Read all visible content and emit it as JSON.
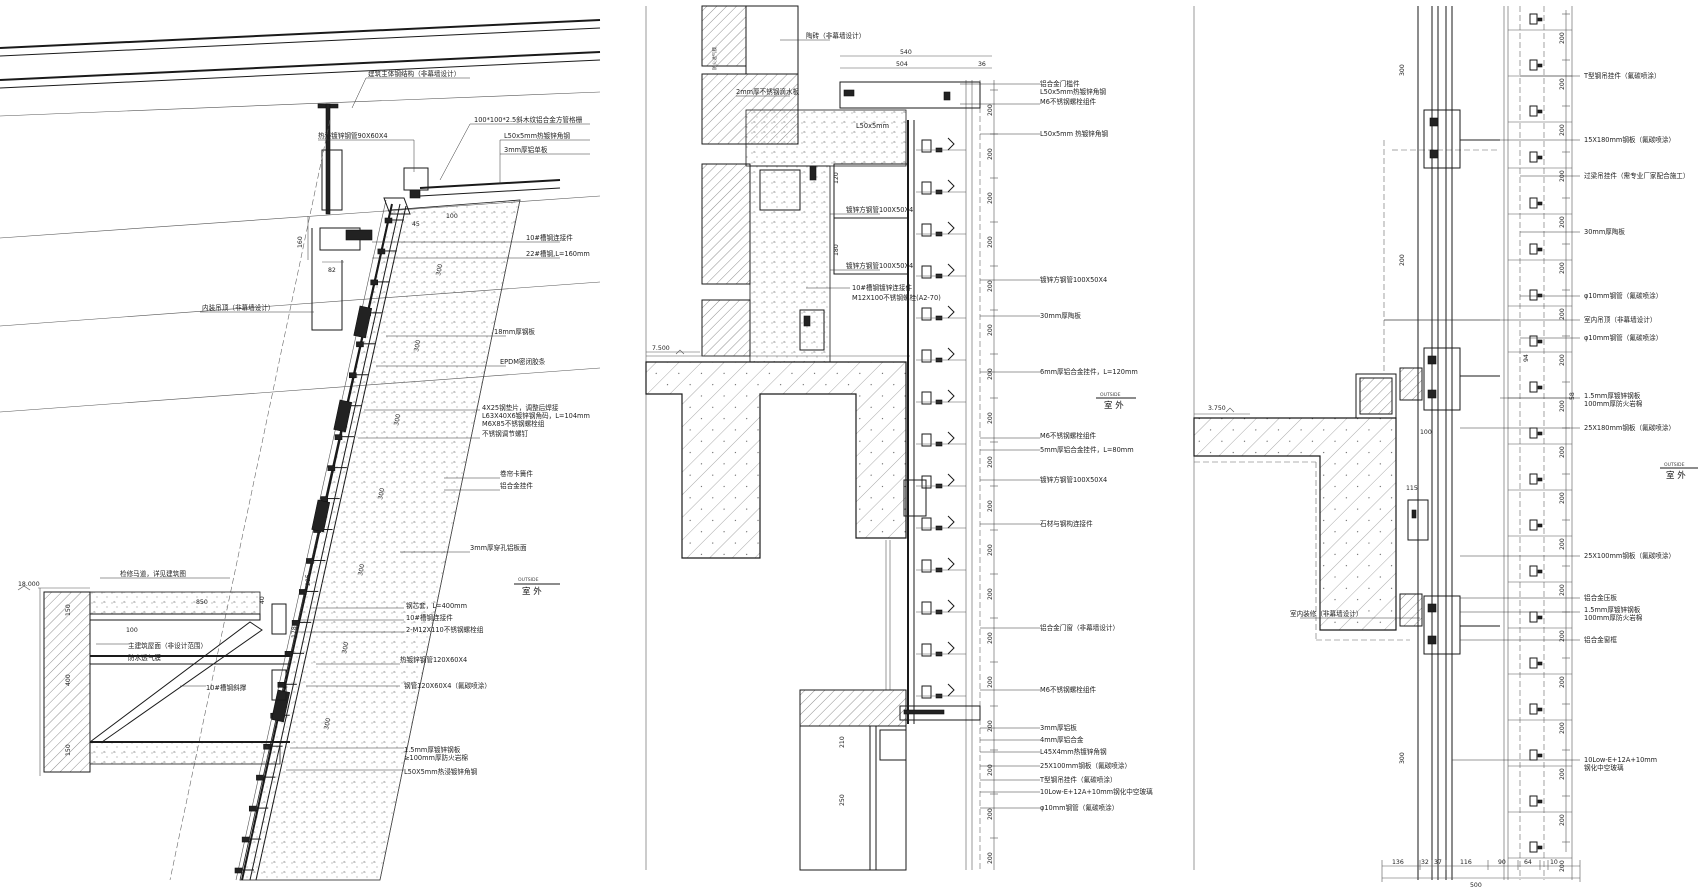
{
  "left": {
    "level": "18.000",
    "labels": {
      "l1": "建筑主体钢结构（非幕墙设计）",
      "l2": "100*100*2.5斜木纹铝合金方管格栅",
      "l3": "热浸镀锌钢管90X60X4",
      "l4": "L50x5mm热镀锌角钢",
      "l5": "3mm厚铝单板",
      "l6": "10#槽钢连接件",
      "l7": "22#槽钢,L=160mm",
      "l8": "内装吊顶（非幕墙设计）",
      "l9": "18mm厚钢板",
      "l10": "EPDM密闭胶条",
      "l11": "4X25钢垫片，调整后焊接",
      "l12": "L63X40X6镀锌钢角码，L=104mm",
      "l13": "M6X85不锈钢螺栓组",
      "l14": "不锈钢调节螺钉",
      "l15": "卷帘卡簧件",
      "l16": "铝合金挂件",
      "l17": "3mm厚穿孔铝板面",
      "l18": "检修马道，详见建筑图",
      "l19": "钢芯套，L=400mm",
      "l20": "10#槽钢连接件",
      "l21": "2-M12X110不锈钢螺栓组",
      "l22": "主建筑屋面（非设计范围）",
      "l23": "防水透气膜",
      "l24": "10#槽钢斜撑",
      "l25": "热镀锌钢管120X60X4",
      "l26": "钢管120X60X4（氟碳喷涂）",
      "l27": "1.5mm厚镀锌钢板",
      "l28": "≥100mm厚防火岩棉",
      "l29": "L50X5mm热浸镀锌角钢"
    },
    "outside": "OUTSIDE",
    "outside_cn": "室 外",
    "dims": {
      "d45": "45",
      "d100": "100",
      "d300": "300",
      "d160": "160",
      "d82": "82",
      "d850": "850",
      "d150": "150",
      "d400": "400",
      "d205": "205",
      "d178": "178",
      "d40": "40"
    }
  },
  "middle": {
    "level": "7.500",
    "dims": {
      "d540": "540",
      "d504": "504",
      "d36": "36",
      "d200": "200",
      "d120": "120",
      "d180": "180",
      "d210": "210",
      "d250": "250"
    },
    "labels": {
      "m1": "陶砖（非幕墙设计）",
      "m2": "防火透气膜",
      "m3": "2mm厚不锈钢滴水板",
      "m4": "铝合金门槛件",
      "m5": "L50x5mm热镀锌角钢",
      "m6": "M6不锈钢螺栓组件",
      "m7": "L50x5mm",
      "m8": "L50x5mm 热镀锌角钢",
      "m9": "镀锌方钢管100X50X4",
      "m10": "镀锌方钢管100X50X4",
      "m11": "10#槽钢镀锌连接件",
      "m12": "M12X100不锈钢螺栓(A2-70)",
      "m13": "镀锌方钢管100X50X4",
      "m14": "30mm厚陶板",
      "m15": "6mm厚铝合金挂件，L=120mm",
      "m16": "OUTSIDE",
      "m17": "室 外",
      "m18": "M6不锈钢螺栓组件",
      "m19": "5mm厚铝合金挂件，L=80mm",
      "m20": "镀锌方钢管100X50X4",
      "m21": "石材与钢构连接件",
      "m22": "铝合金门窗（非幕墙设计）",
      "m23": "M6不锈钢螺栓组件",
      "m24": "3mm厚铝板",
      "m25": "4mm厚铝合金",
      "m26": "L45X4mm热镀锌角钢",
      "m27": "25X100mm钢板（氟碳喷涂）",
      "m28": "T型钢吊挂件（氟碳喷涂）",
      "m29": "10Low-E+12A+10mm钢化中空玻璃",
      "m30": "φ10mm钢管（氟碳喷涂）"
    }
  },
  "right": {
    "level": "3.750",
    "labels": {
      "r1": "T型钢吊挂件（氟碳喷涂）",
      "r2": "15X180mm钢板（氟碳喷涂）",
      "r3": "过梁吊挂件（需专业厂家配合施工）",
      "r4": "30mm厚陶板",
      "r5": "φ10mm钢管（氟碳喷涂）",
      "r6": "室内吊顶（非幕墙设计）",
      "r7": "φ10mm钢管（氟碳喷涂）",
      "r8": "1.5mm厚镀锌钢板",
      "r9": "100mm厚防火岩棉",
      "r10": "25X180mm钢板（氟碳喷涂）",
      "r11": "OUTSIDE",
      "r12": "室 外",
      "r13": "25X100mm钢板（氟碳喷涂）",
      "r14": "铝合金压板",
      "r15": "1.5mm厚镀锌钢板",
      "r16": "100mm厚防火岩棉",
      "r17": "铝合金窗框",
      "r18": "室内装修（非幕墙设计）",
      "r19": "10Low-E+12A+10mm",
      "r20": "钢化中空玻璃"
    },
    "dims": {
      "b136": "136",
      "b32": "32",
      "b37": "37",
      "b116": "116",
      "b90": "90",
      "b64": "64",
      "b10": "10",
      "b500": "500",
      "d300": "300",
      "d200": "200",
      "d100": "100",
      "d115": "115",
      "d94": "94",
      "d58": "58"
    }
  }
}
